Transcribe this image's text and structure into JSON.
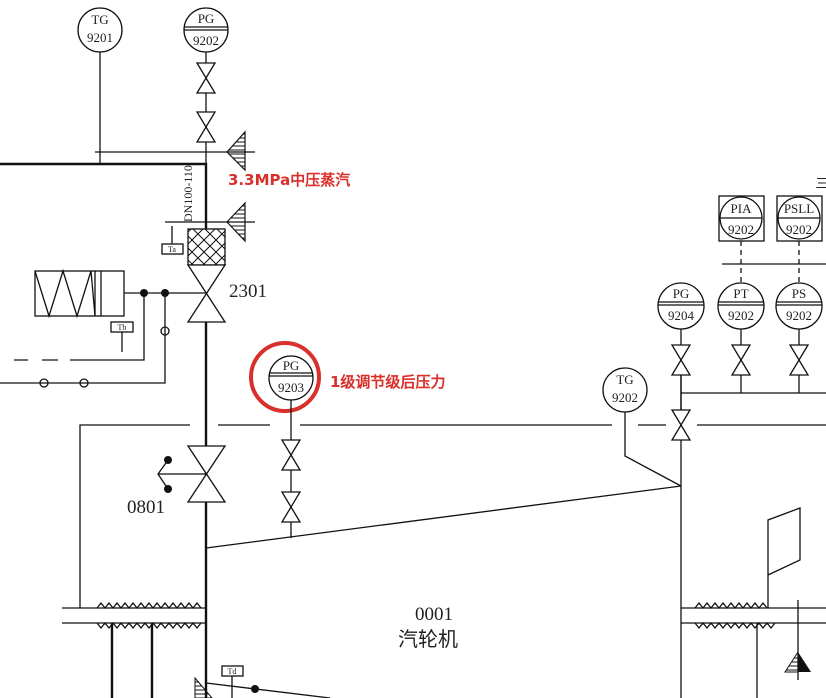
{
  "instruments": {
    "tg9201": {
      "code": "TG",
      "num": "9201"
    },
    "pg9202": {
      "code": "PG",
      "num": "9202"
    },
    "pg9203": {
      "code": "PG",
      "num": "9203"
    },
    "tg9202": {
      "code": "TG",
      "num": "9202"
    },
    "pg9204": {
      "code": "PG",
      "num": "9204"
    },
    "pt9202": {
      "code": "PT",
      "num": "9202"
    },
    "ps9202": {
      "code": "PS",
      "num": "9202"
    },
    "pia9202": {
      "code": "PIA",
      "num": "9202"
    },
    "psll9202": {
      "code": "PSLL",
      "num": "9202"
    }
  },
  "labels": {
    "steam_supply": "3.3MPa中压蒸汽",
    "stage_pressure": "1级调节级后压力",
    "pipe_spec": "DN100-110",
    "valve_2301": "2301",
    "valve_0801": "0801",
    "turbine_id": "0001",
    "turbine_name": "汽轮机",
    "ta": "Ta",
    "tb": "Tb",
    "td": "Td",
    "edge_fragment": "三"
  },
  "colors": {
    "annotation": "#d9302c",
    "lines": "#111111"
  }
}
